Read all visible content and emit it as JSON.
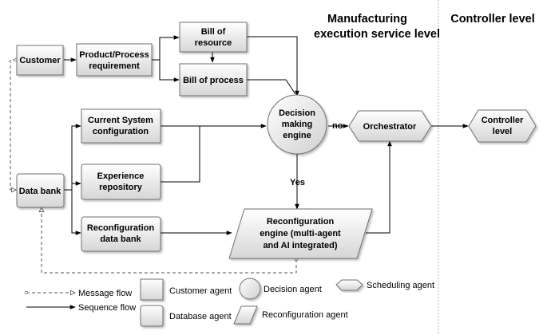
{
  "headers": {
    "mes_line1": "Manufacturing",
    "mes_line2": "execution service level",
    "controller": "Controller level"
  },
  "nodes": {
    "customer": "Customer",
    "product_req_1": "Product/Process",
    "product_req_2": "requirement",
    "bill_resource_1": "Bill of",
    "bill_resource_2": "resource",
    "bill_process": "Bill of process",
    "current_system_1": "Current System",
    "current_system_2": "configuration",
    "experience_1": "Experience",
    "experience_2": "repository",
    "data_bank": "Data bank",
    "reconfig_bank_1": "Reconfiguration",
    "reconfig_bank_2": "data bank",
    "decision_1": "Decision",
    "decision_2": "making",
    "decision_3": "engine",
    "orchestrator": "Orchestrator",
    "controller_1": "Controller",
    "controller_2": "level",
    "reconfig_engine_1": "Reconfiguration",
    "reconfig_engine_2": "engine (multi-agent",
    "reconfig_engine_3": "and AI integrated)"
  },
  "edge_labels": {
    "no": "no",
    "yes": "Yes"
  },
  "legend": {
    "message_flow": "Message flow",
    "sequence_flow": "Sequence flow",
    "customer_agent": "Customer agent",
    "database_agent": "Database agent",
    "decision_agent": "Decision agent",
    "reconfiguration_agent": "Reconfiguration agent",
    "scheduling_agent": "Scheduling agent"
  },
  "colors": {
    "box_fill_top": "#ffffff",
    "box_fill_bottom": "#d9d9d9",
    "border": "#6f6f6f",
    "divider": "#b5b5b5"
  }
}
